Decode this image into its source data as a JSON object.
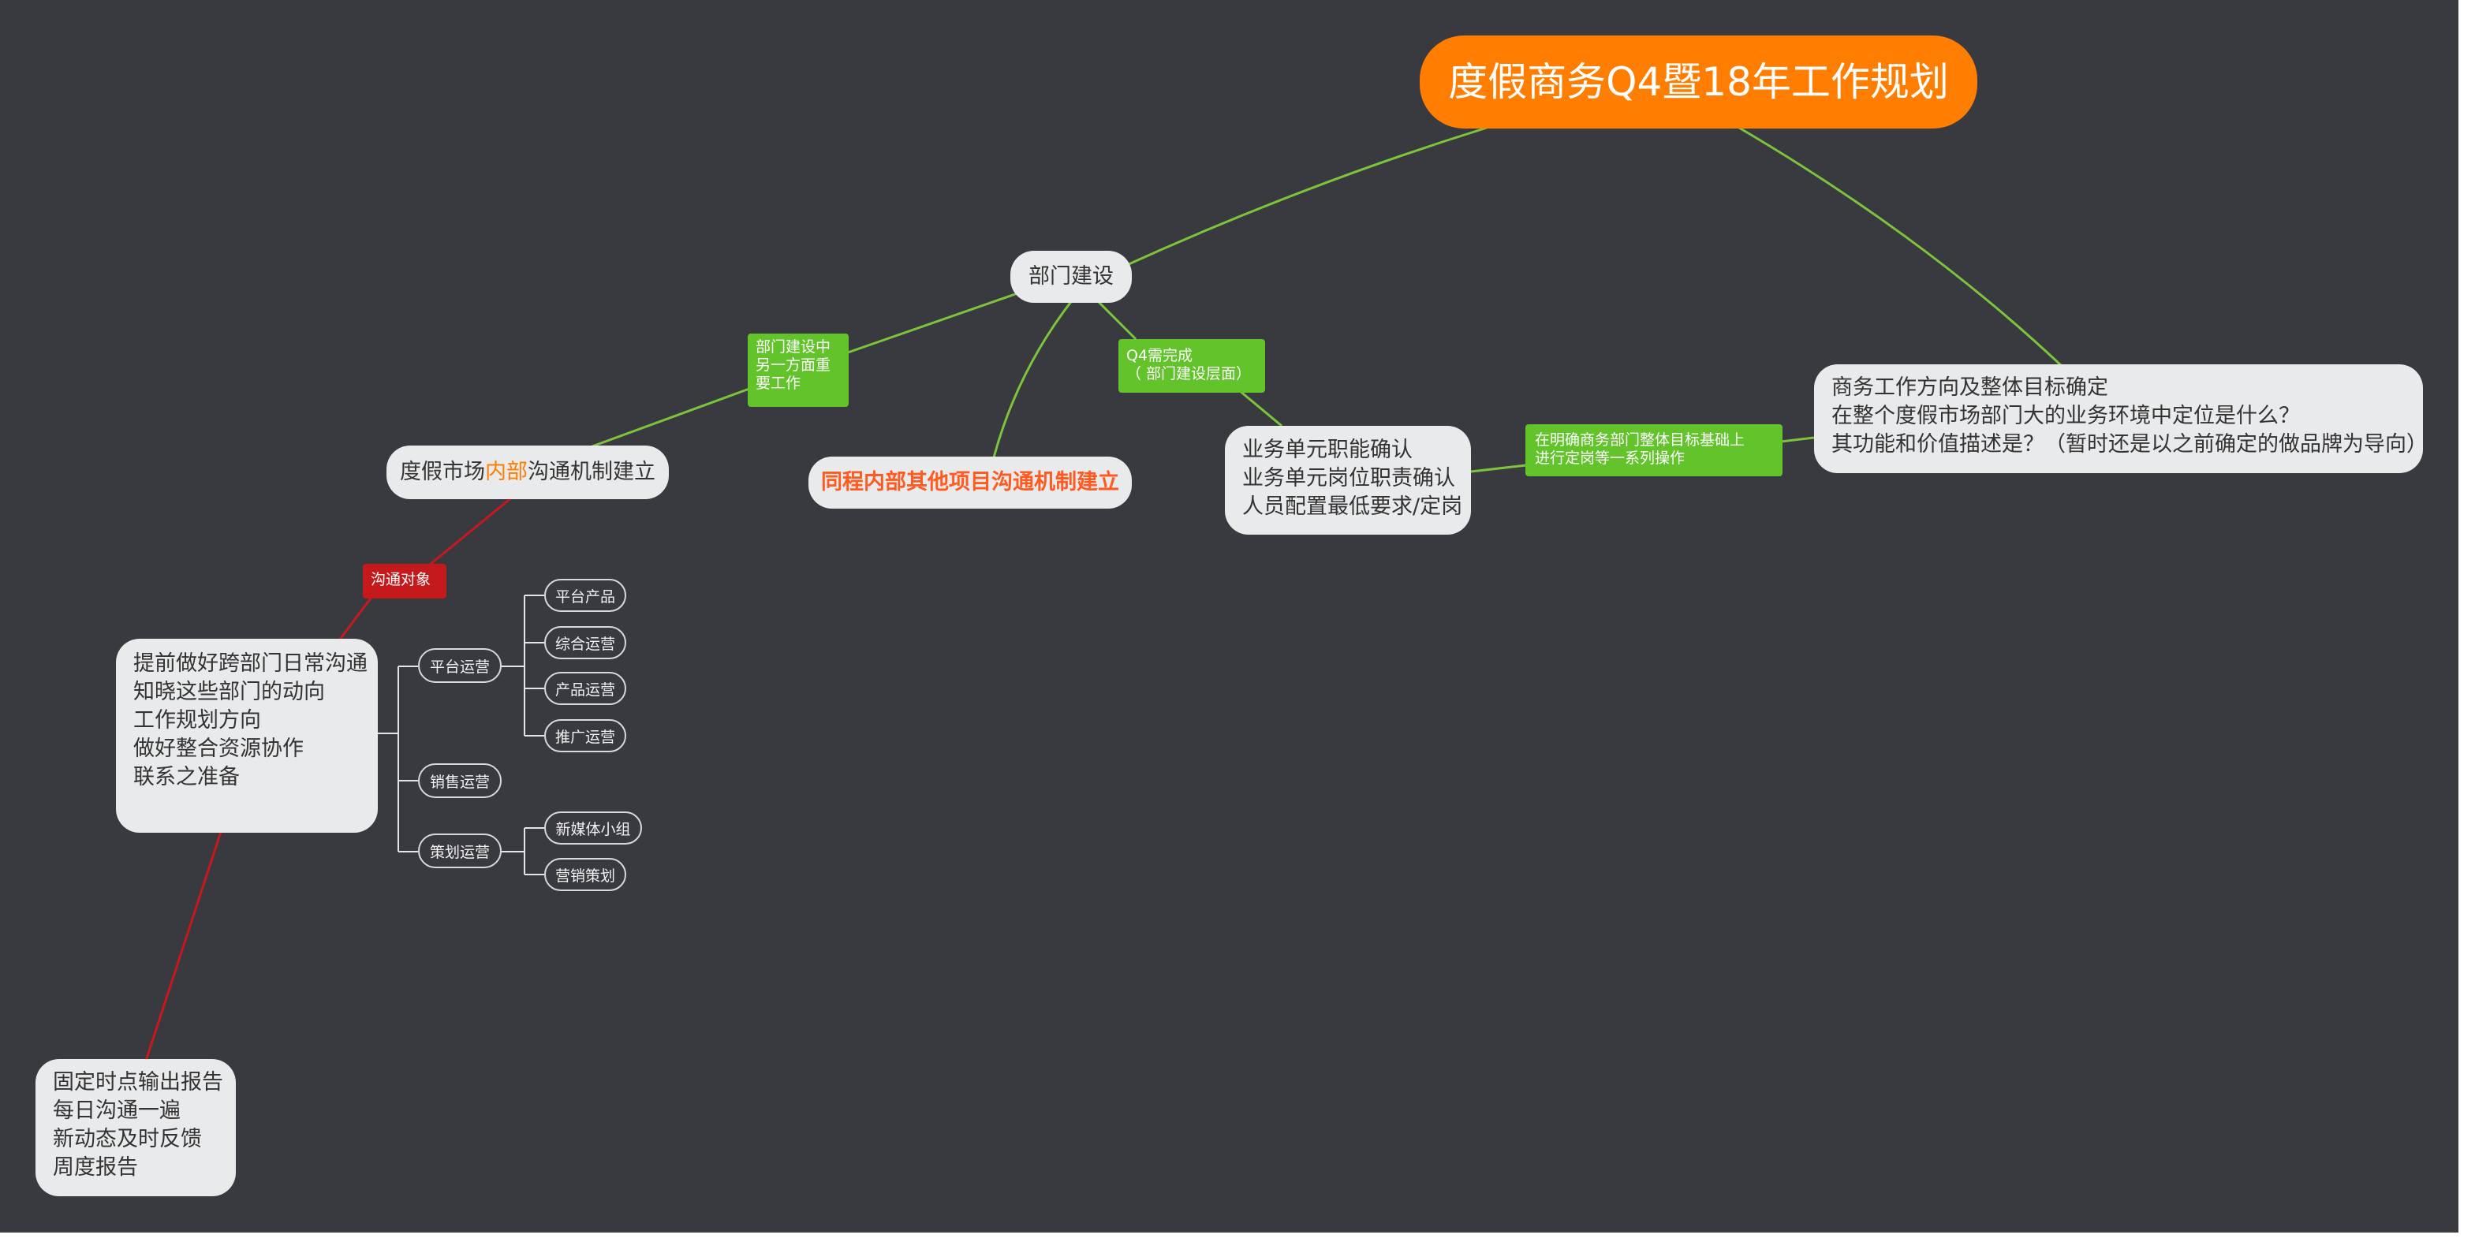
{
  "colors": {
    "background": "#383a40",
    "root": "#ff7d00",
    "node": "#e9eaec",
    "green_link": "#7cc43a",
    "red_link": "#c5191c",
    "highlight_text": "#ff7d00",
    "orange_red_text": "#ff5a1f"
  },
  "root": {
    "title": "度假商务Q4暨18年工作规划"
  },
  "dept_build": {
    "label": "部门建设"
  },
  "tag_dept_other": {
    "lines": [
      "部门建设中",
      "另一方面重",
      "要工作"
    ]
  },
  "tag_q4": {
    "lines": [
      "Q4需完成",
      "（ 部门建设层面）"
    ]
  },
  "market_comm": {
    "prefix": "度假市场",
    "highlight": "内部",
    "suffix": "沟通机制建立"
  },
  "tongcheng": {
    "label": "同程内部其他项目沟通机制建立"
  },
  "unit_roles": {
    "lines": [
      "业务单元职能确认",
      "业务单元岗位职责确认",
      "人员配置最低要求/定岗"
    ]
  },
  "tag_basis": {
    "lines": [
      "在明确商务部门整体目标基础上",
      "进行定岗等一系列操作"
    ]
  },
  "biz_direction": {
    "lines": [
      "商务工作方向及整体目标确定",
      "在整个度假市场部门大的业务环境中定位是什么？",
      "其功能和价值描述是？（暂时还是以之前确定的做品牌为导向）"
    ]
  },
  "tag_comm_target": {
    "label": "沟通对象"
  },
  "advance_comm": {
    "lines": [
      "提前做好跨部门日常沟通",
      "知晓这些部门的动向",
      "工作规划方向",
      "做好整合资源协作",
      "联系之准备"
    ]
  },
  "ops": {
    "platform": "平台运营",
    "sales": "销售运营",
    "planning": "策划运营",
    "platform_children": [
      "平台产品",
      "综合运营",
      "产品运营",
      "推广运营"
    ],
    "planning_children": [
      "新媒体小组",
      "营销策划"
    ]
  },
  "fixed_report": {
    "lines": [
      "固定时点输出报告",
      "每日沟通一遍",
      "新动态及时反馈",
      "周度报告"
    ]
  }
}
